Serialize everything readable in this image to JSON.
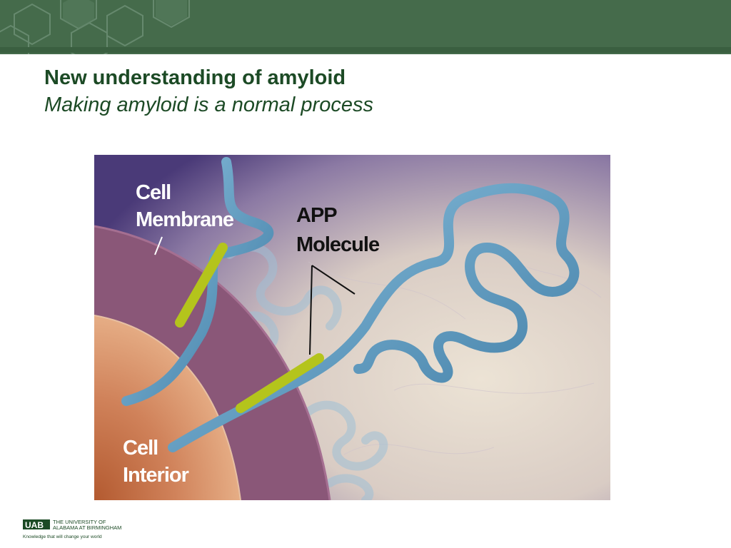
{
  "slide": {
    "title": "New understanding of amyloid",
    "subtitle": "Making amyloid is a normal process"
  },
  "figure": {
    "labels": {
      "cell_membrane_line1": "Cell",
      "cell_membrane_line2": "Membrane",
      "app_line1": "APP",
      "app_line2": "Molecule",
      "cell_interior_line1": "Cell",
      "cell_interior_line2": "Interior"
    }
  },
  "footer": {
    "logo_mark": "UAB",
    "org_line1": "THE UNIVERSITY OF",
    "org_line2": "ALABAMA AT BIRMINGHAM",
    "tagline": "Knowledge that will change your world"
  },
  "colors": {
    "banner": "#456b4b",
    "title": "#1c4a25",
    "protein": "#5e9cc0",
    "membrane_segment": "#b4c41c",
    "membrane": "#8a5778"
  }
}
